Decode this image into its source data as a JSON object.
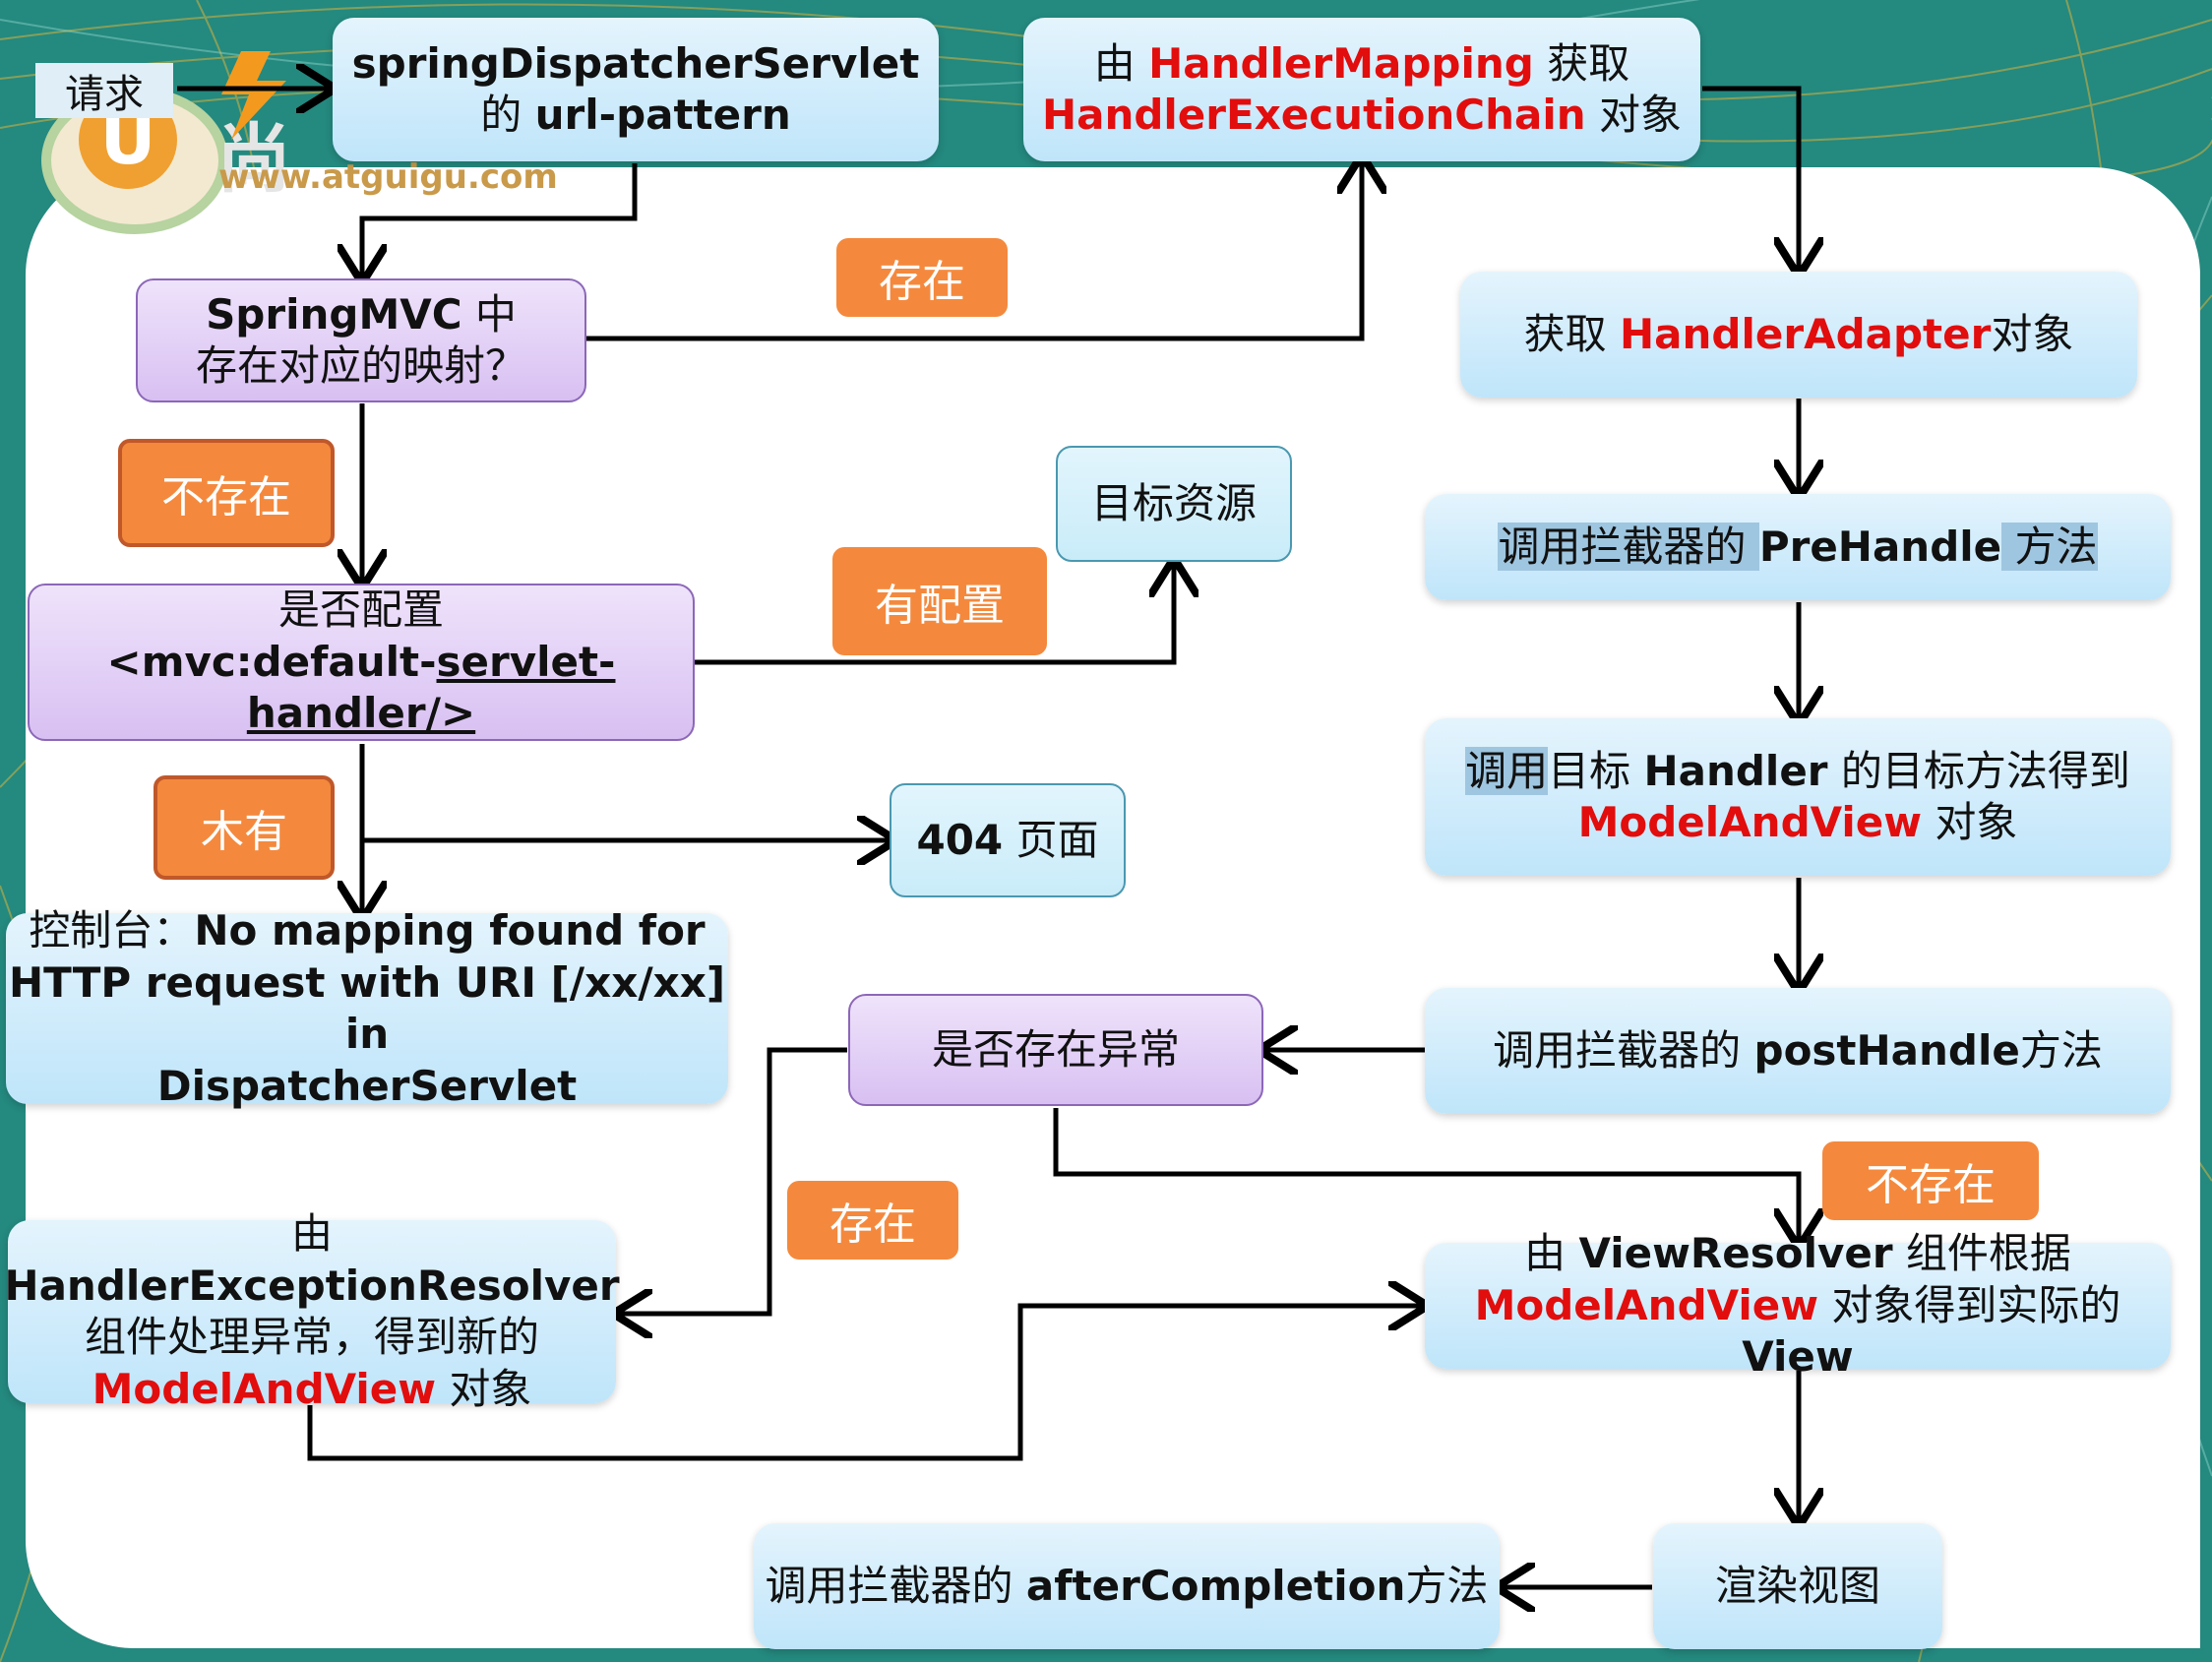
{
  "logo": {
    "text": "尚",
    "url": "www.atguigu.com"
  },
  "request_label": "请求",
  "nodes": {
    "dispatcher": {
      "line1": "springDispatcherServlet",
      "line2_a": "的 ",
      "line2_b": "url-pattern"
    },
    "handler_mapping": {
      "line1_a": "由 ",
      "line1_b": "HandlerMapping",
      "line1_c": " 获取",
      "line2_a": "HandlerExecutionChain",
      "line2_b": " 对象"
    },
    "springmvc_mapping": {
      "line1_a": "SpringMVC",
      "line1_b": " 中",
      "line2": "存在对应的映射？"
    },
    "handler_adapter": {
      "a": "获取 ",
      "b": "HandlerAdapter",
      "c": "对象"
    },
    "prehandle": {
      "a": "调用拦截器的 ",
      "b": "PreHandle",
      "c": " 方法"
    },
    "target_resource": {
      "text": "目标资源"
    },
    "default_servlet": {
      "line1": "是否配置",
      "line2_a": "<mvc:default-",
      "line2_b": "servlet-",
      "line3": "handler/>"
    },
    "invoke_handler": {
      "line1_a": "调用",
      "line1_b": "目标 ",
      "line1_c": "Handler",
      "line1_d": " 的目标方法得到",
      "line2_a": "ModelAndView",
      "line2_b": " 对象"
    },
    "page_404": {
      "a": "404",
      "b": " 页面"
    },
    "console": {
      "line1_a": "控制台：",
      "line1_b": "No mapping found for",
      "line2": "HTTP request with URI [/xx/xx] in",
      "line3": "DispatcherServlet"
    },
    "exception_check": {
      "text": "是否存在异常"
    },
    "posthandle": {
      "a": "调用拦截器的 ",
      "b": "postHandle",
      "c": "方法"
    },
    "exception_resolver": {
      "line1_a": "由 ",
      "line1_b": "HandlerExceptionResolver",
      "line2": "组件处理异常，得到新的",
      "line3_a": "ModelAndView",
      "line3_b": " 对象"
    },
    "view_resolver": {
      "line1_a": "由 ",
      "line1_b": "ViewResolver",
      "line1_c": " 组件根据",
      "line2_a": "ModelAndView",
      "line2_b": " 对象得到实际的 ",
      "line2_c": "View"
    },
    "after_completion": {
      "a": "调用拦截器的 ",
      "b": "afterCompletion",
      "c": "方法"
    },
    "render_view": {
      "text": "渲染视图"
    }
  },
  "edge_labels": {
    "exists_top": "存在",
    "not_exists_left": "不存在",
    "has_config": "有配置",
    "none": "木有",
    "exists_bottom": "存在",
    "not_exists_right": "不存在"
  },
  "colors": {
    "box_blue": "#c9eafb",
    "box_purple": "#e2d0f7",
    "label_orange": "#f4893d",
    "highlight_red": "#e20d0d",
    "background_teal": "#2a8f86"
  }
}
